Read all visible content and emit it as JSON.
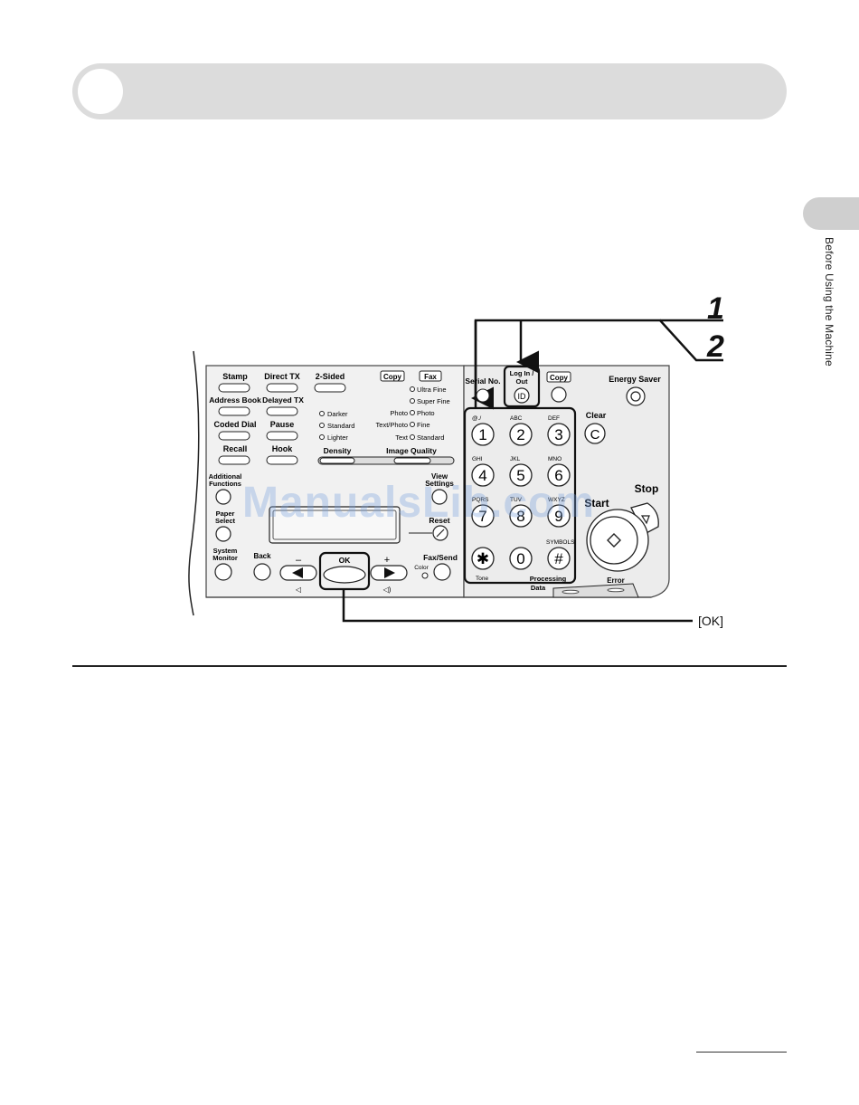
{
  "side_tab": {
    "label": "Before Using the Machine"
  },
  "steps": {
    "one": "1",
    "two": "2"
  },
  "callout_ok": "[OK]",
  "watermark": "ManualsLib.com",
  "panel": {
    "left_buttons": {
      "stamp": "Stamp",
      "direct_tx": "Direct TX",
      "two_sided": "2-Sided",
      "address_book": "Address Book",
      "delayed_tx": "Delayed TX",
      "coded_dial": "Coded Dial",
      "pause": "Pause",
      "recall": "Recall",
      "hook": "Hook"
    },
    "modes": {
      "copy": "Copy",
      "fax": "Fax"
    },
    "resolution": [
      "Ultra Fine",
      "Super Fine",
      "Photo",
      "Fine",
      "Standard"
    ],
    "image_types": [
      "Photo",
      "Text/Photo",
      "Text"
    ],
    "density_options": [
      "Darker",
      "Standard",
      "Lighter"
    ],
    "density_label": "Density",
    "image_quality_label": "Image Quality",
    "additional_functions": [
      "Additional",
      "Functions"
    ],
    "view_settings": [
      "View",
      "Settings"
    ],
    "paper_select": [
      "Paper",
      "Select"
    ],
    "reset": "Reset",
    "system_monitor": [
      "System",
      "Monitor"
    ],
    "back": "Back",
    "minus": "–",
    "plus": "+",
    "ok": "OK",
    "fax_send": "Fax/Send",
    "color": "Color",
    "serial_no": "Serial No.",
    "login_out": [
      "Log In /",
      "Out"
    ],
    "id": "ID",
    "copy_right": "Copy",
    "energy_saver": "Energy Saver",
    "clear": "Clear",
    "clear_key": "C",
    "start": "Start",
    "stop": "Stop",
    "error": "Error",
    "data": "Data",
    "processing": "Processing",
    "keypad": [
      {
        "digit": "1",
        "letters": "@./"
      },
      {
        "digit": "2",
        "letters": "ABC"
      },
      {
        "digit": "3",
        "letters": "DEF"
      },
      {
        "digit": "4",
        "letters": "GHI"
      },
      {
        "digit": "5",
        "letters": "JKL"
      },
      {
        "digit": "6",
        "letters": "MNO"
      },
      {
        "digit": "7",
        "letters": "PQRS"
      },
      {
        "digit": "8",
        "letters": "TUV"
      },
      {
        "digit": "9",
        "letters": "WXYZ"
      },
      {
        "digit": "✱",
        "letters": "Tone"
      },
      {
        "digit": "0",
        "letters": ""
      },
      {
        "digit": "#",
        "letters": "SYMBOLS"
      }
    ]
  }
}
